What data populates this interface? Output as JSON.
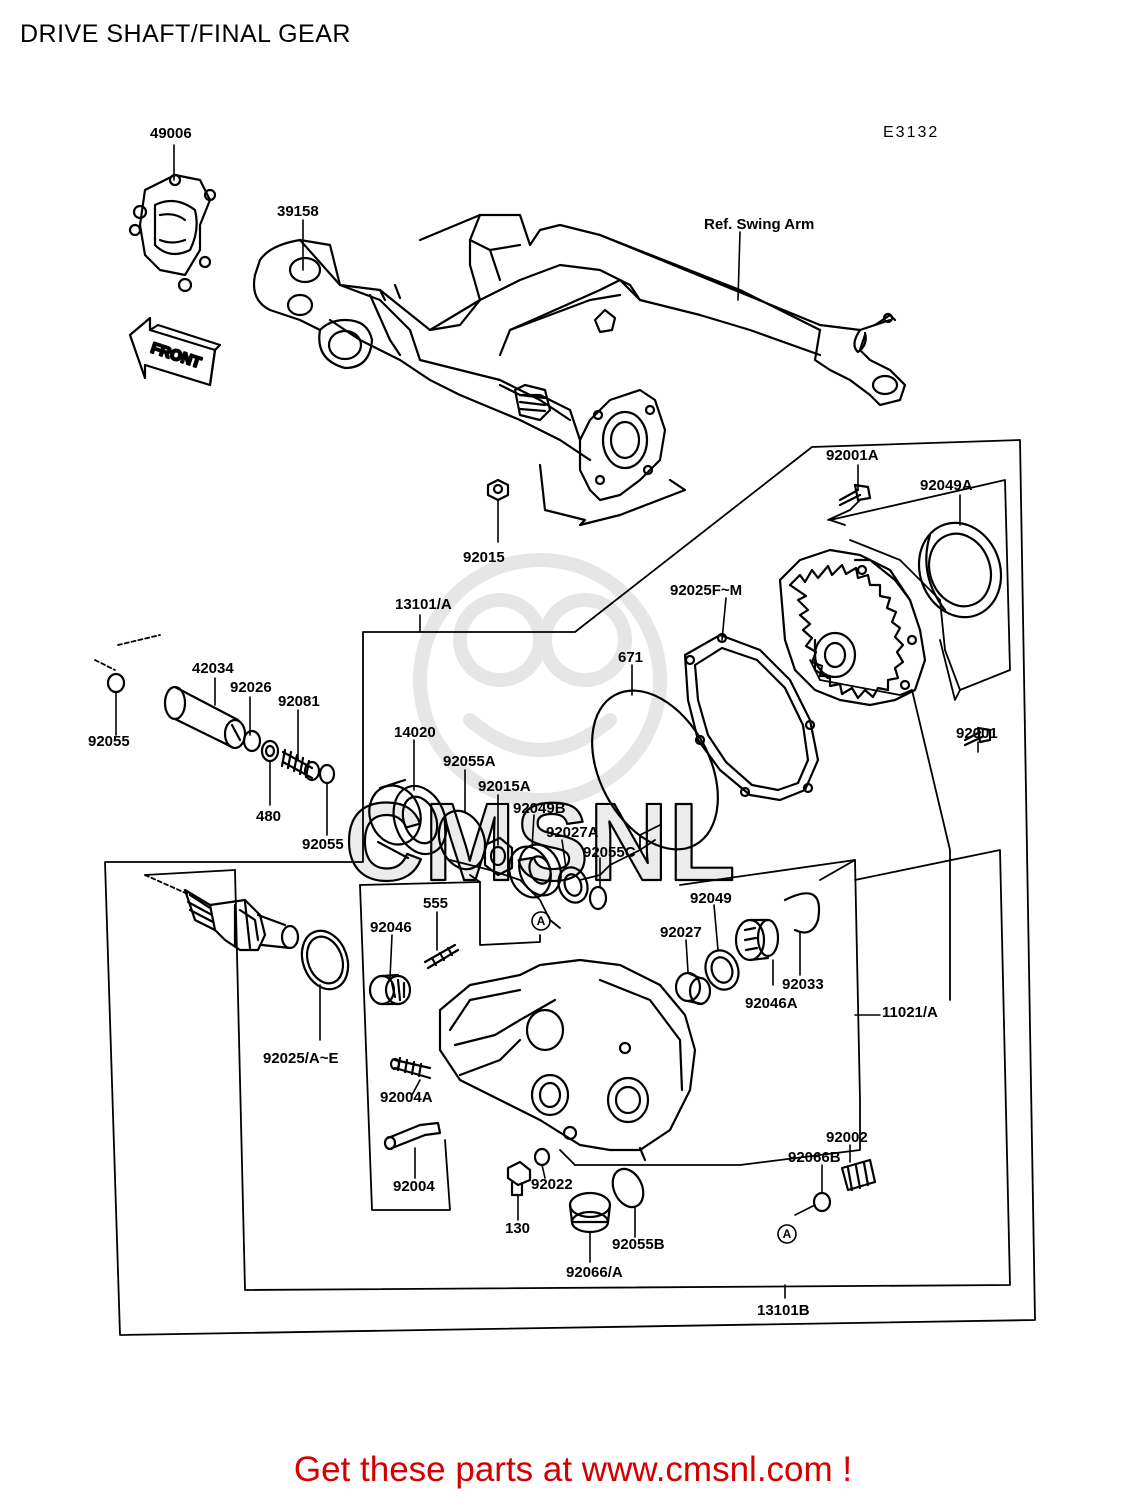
{
  "page": {
    "title": "DRIVE SHAFT/FINAL GEAR",
    "sheet_code": "E3132",
    "footer": "Get these parts at www.cmsnl.com !",
    "watermark": "CMSNL"
  },
  "callouts": {
    "c49006": "49006",
    "c39158": "39158",
    "ref_swing_arm": "Ref. Swing Arm",
    "front": "FRONT",
    "c92015": "92015",
    "c92001A": "92001A",
    "c92049A": "92049A",
    "c13101A": "13101/A",
    "c92025FM": "92025F~M",
    "c671": "671",
    "c92001": "92001",
    "c92055a": "92055",
    "c42034": "42034",
    "c92026": "92026",
    "c92081": "92081",
    "c480": "480",
    "c92055b": "92055",
    "c14020": "14020",
    "c92055A": "92055A",
    "c92015A": "92015A",
    "c92049B": "92049B",
    "c92027A": "92027A",
    "c92055C": "92055C",
    "c555": "555",
    "c92046": "92046",
    "ref_a1": "A",
    "c92049": "92049",
    "c92027": "92027",
    "c92033": "92033",
    "c92046A": "92046A",
    "c11021A": "11021/A",
    "c92025AE": "92025/A~E",
    "c92004A": "92004A",
    "c92004": "92004",
    "c130": "130",
    "c92022": "92022",
    "c92055B": "92055B",
    "c92066A": "92066/A",
    "c92002": "92002",
    "c92066B": "92066B",
    "ref_a2": "A",
    "c13101B": "13101B"
  }
}
